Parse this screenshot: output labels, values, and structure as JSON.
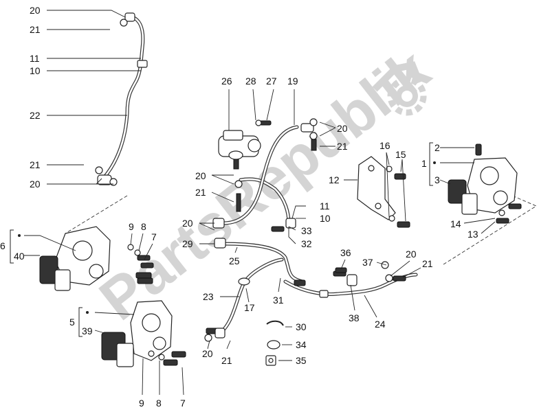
{
  "watermark": {
    "text": "PartsRepublik",
    "gear_icon": "gear-icon"
  },
  "callouts": [
    {
      "id": "c20a",
      "text": "20"
    },
    {
      "id": "c21a",
      "text": "21"
    },
    {
      "id": "c11a",
      "text": "11"
    },
    {
      "id": "c10a",
      "text": "10"
    },
    {
      "id": "c22",
      "text": "22"
    },
    {
      "id": "c21b",
      "text": "21"
    },
    {
      "id": "c20b",
      "text": "20"
    },
    {
      "id": "c26",
      "text": "26"
    },
    {
      "id": "c28",
      "text": "28"
    },
    {
      "id": "c27",
      "text": "27"
    },
    {
      "id": "c19",
      "text": "19"
    },
    {
      "id": "c20c",
      "text": "20"
    },
    {
      "id": "c21c",
      "text": "21"
    },
    {
      "id": "c20d",
      "text": "20"
    },
    {
      "id": "c21d",
      "text": "21"
    },
    {
      "id": "c12",
      "text": "12"
    },
    {
      "id": "c16",
      "text": "16"
    },
    {
      "id": "c15",
      "text": "15"
    },
    {
      "id": "c2",
      "text": "2"
    },
    {
      "id": "c1",
      "text": "1"
    },
    {
      "id": "c3",
      "text": "3"
    },
    {
      "id": "c14",
      "text": "14"
    },
    {
      "id": "c13",
      "text": "13"
    },
    {
      "id": "c20e",
      "text": "20"
    },
    {
      "id": "c29",
      "text": "29"
    },
    {
      "id": "c11b",
      "text": "11"
    },
    {
      "id": "c10b",
      "text": "10"
    },
    {
      "id": "c33",
      "text": "33"
    },
    {
      "id": "c32",
      "text": "32"
    },
    {
      "id": "c25",
      "text": "25"
    },
    {
      "id": "c6",
      "text": "6"
    },
    {
      "id": "c40",
      "text": "40"
    },
    {
      "id": "c9a",
      "text": "9"
    },
    {
      "id": "c8a",
      "text": "8"
    },
    {
      "id": "c7a",
      "text": "7"
    },
    {
      "id": "c36",
      "text": "36"
    },
    {
      "id": "c37",
      "text": "37"
    },
    {
      "id": "c20f",
      "text": "20"
    },
    {
      "id": "c21e",
      "text": "21"
    },
    {
      "id": "c23",
      "text": "23"
    },
    {
      "id": "c17",
      "text": "17"
    },
    {
      "id": "c31",
      "text": "31"
    },
    {
      "id": "c38",
      "text": "38"
    },
    {
      "id": "c24",
      "text": "24"
    },
    {
      "id": "c5",
      "text": "5"
    },
    {
      "id": "c39",
      "text": "39"
    },
    {
      "id": "c30",
      "text": "30"
    },
    {
      "id": "c34",
      "text": "34"
    },
    {
      "id": "c35",
      "text": "35"
    },
    {
      "id": "c20g",
      "text": "20"
    },
    {
      "id": "c21f",
      "text": "21"
    },
    {
      "id": "c9b",
      "text": "9"
    },
    {
      "id": "c8b",
      "text": "8"
    },
    {
      "id": "c7b",
      "text": "7"
    }
  ]
}
